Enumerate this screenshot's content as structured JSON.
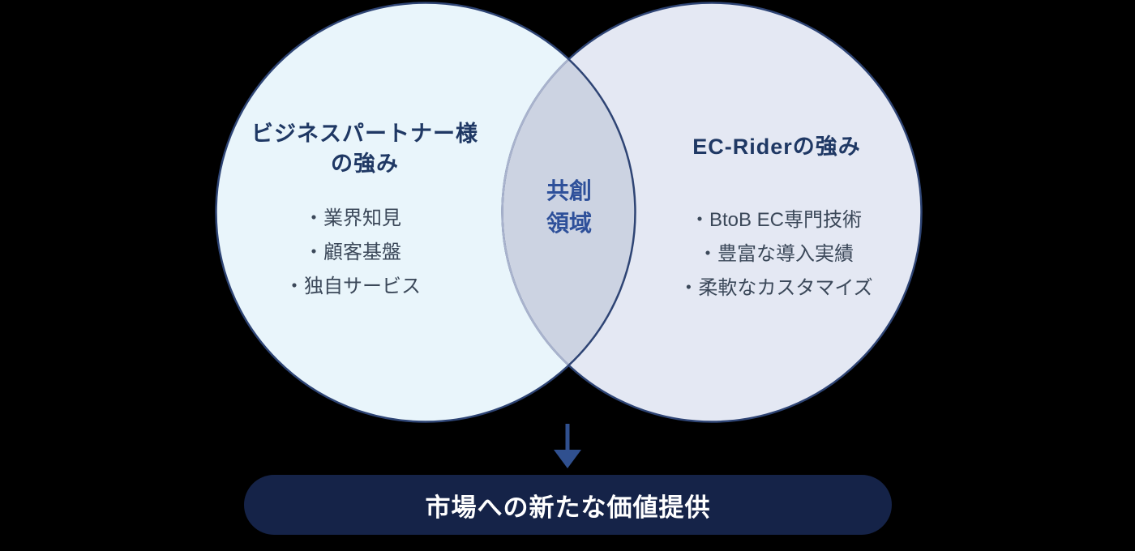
{
  "background_color": "#000000",
  "venn": {
    "left_circle": {
      "title": "ビジネスパートナー様\nの強み",
      "bullets": [
        "・業界知見",
        "・顧客基盤",
        "・独自サービス"
      ],
      "fill": "#e9f5fb",
      "border": "#2e4474",
      "title_color": "#1f3864",
      "bullet_color": "#3b4859"
    },
    "right_circle": {
      "title": "EC-Riderの強み",
      "bullets": [
        "・BtoB EC専門技術",
        "・豊富な導入実績",
        "・柔軟なカスタマイズ"
      ],
      "fill": "#e4e8f3",
      "border": "#2e4474",
      "title_color": "#1f3864",
      "bullet_color": "#3b4859"
    },
    "overlap": {
      "label": "共創\n領域",
      "fill": "#ccd3e2",
      "muted_arc_color": "#a9b3cd",
      "label_color": "#2e509a"
    }
  },
  "arrow": {
    "icon": "down-arrow",
    "color": "#30508f"
  },
  "result_box": {
    "label": "市場への新たな価値提供",
    "fill": "#152348",
    "text_color": "#ffffff"
  }
}
